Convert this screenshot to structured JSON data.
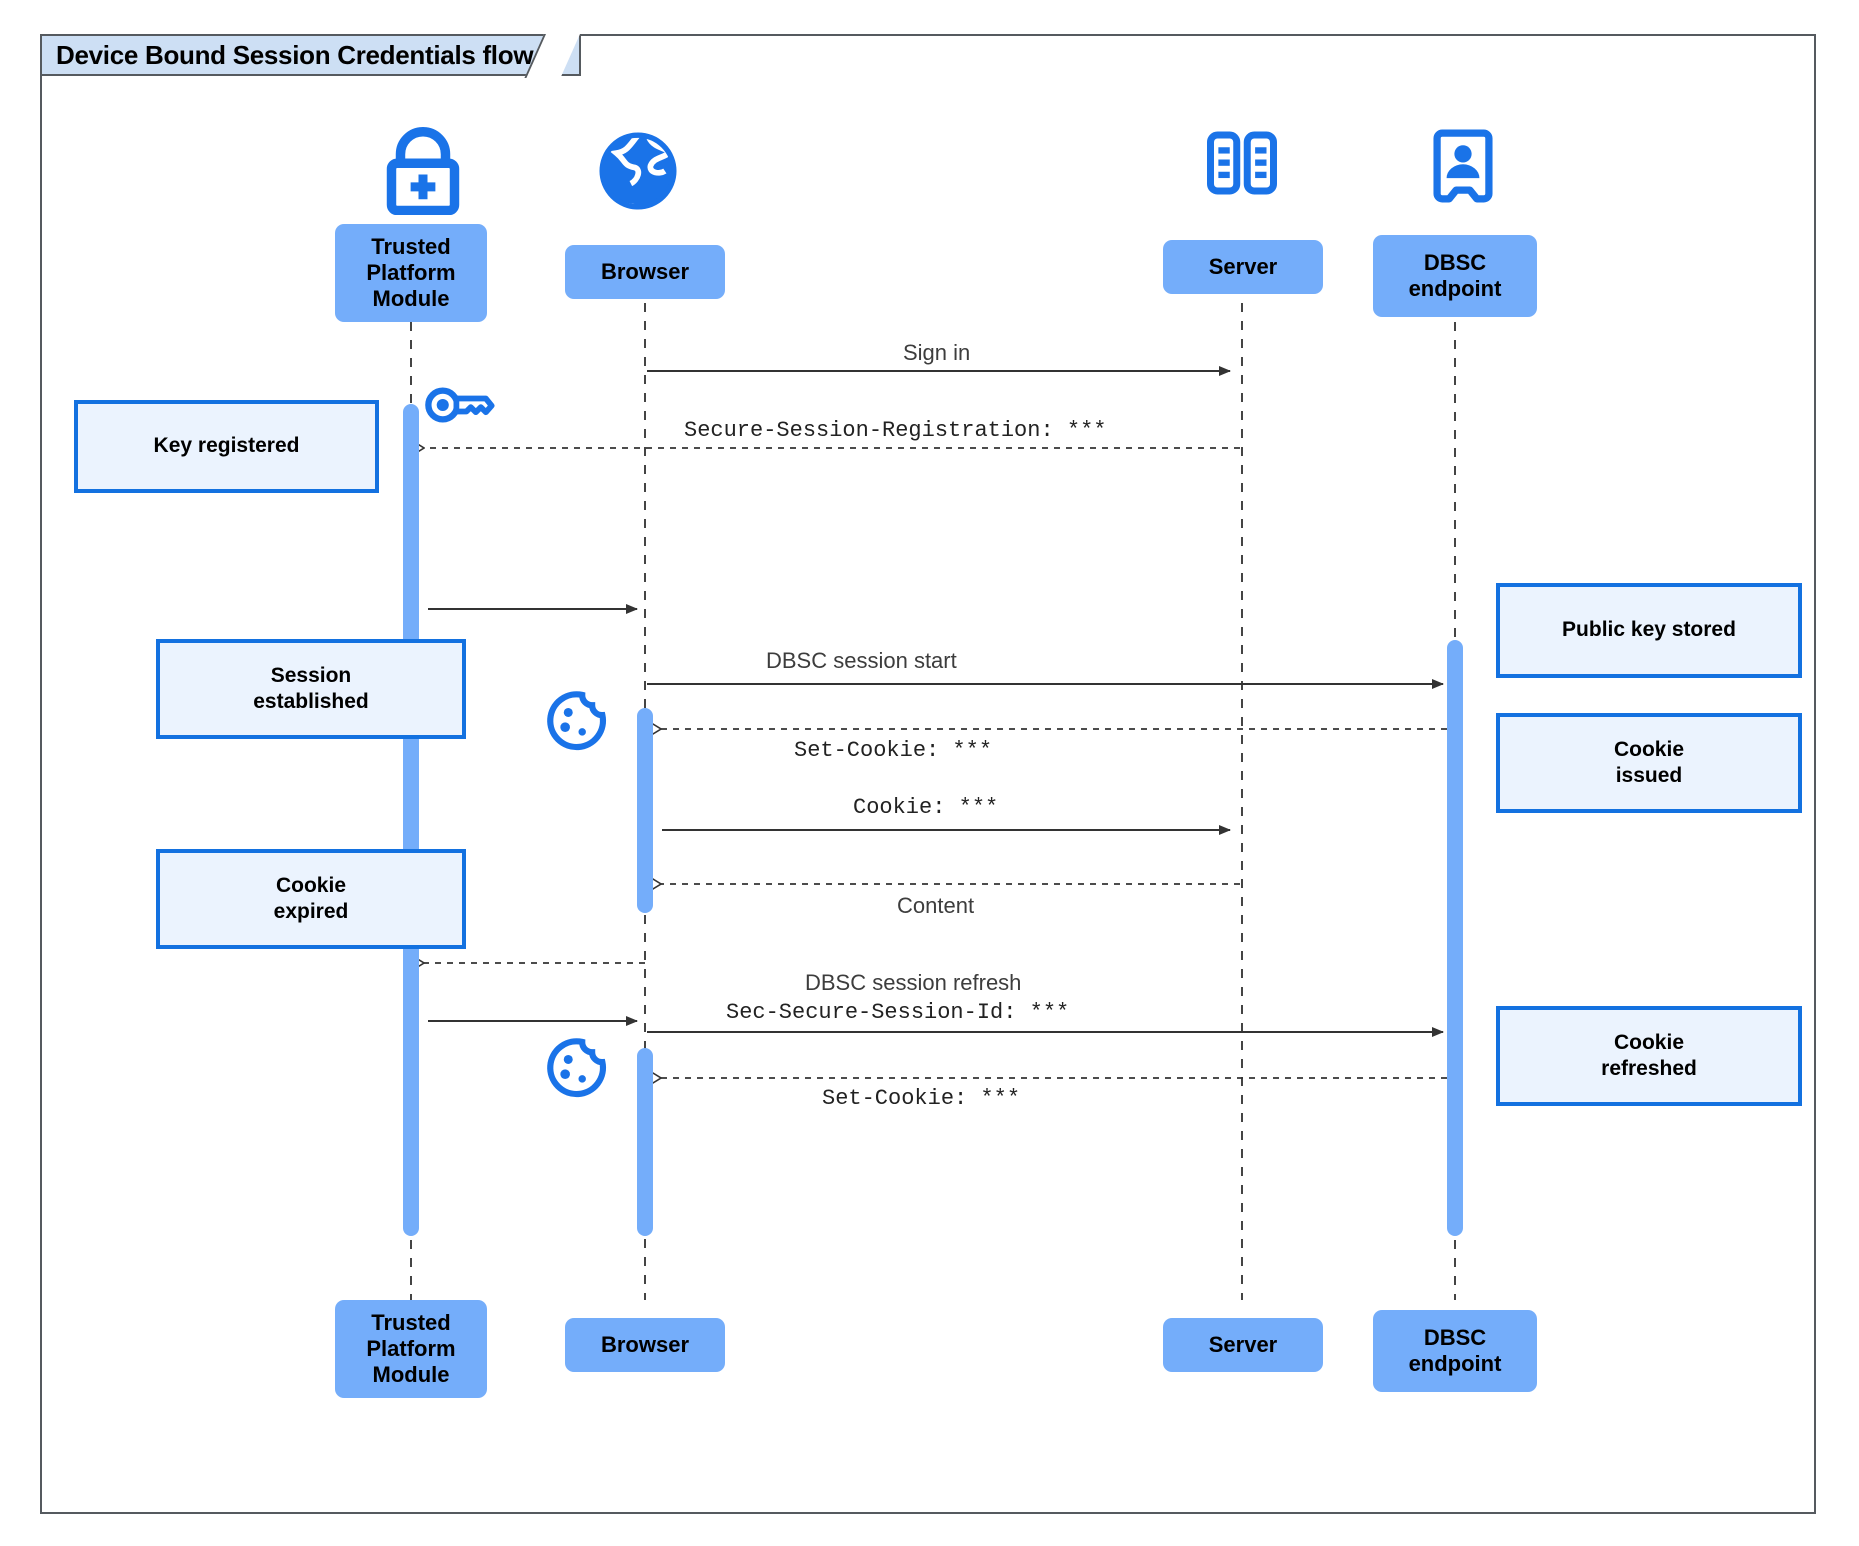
{
  "diagram": {
    "title": "Device Bound Session Credentials flow",
    "type": "sequence-diagram",
    "colors": {
      "participant_fill": "#74adfa",
      "icon_blue": "#1a73e8",
      "note_fill": "#ebf3fe",
      "note_border": "#1371e0",
      "frame_border": "#555a5f",
      "title_fill": "#cddff4",
      "line": "#333333"
    }
  },
  "participants": [
    {
      "id": "tpm",
      "label": "Trusted\nPlatform\nModule",
      "label_lines": [
        "Trusted",
        "Platform",
        "Module"
      ],
      "icon": "lock-plus-icon"
    },
    {
      "id": "browser",
      "label": "Browser",
      "label_lines": [
        "Browser"
      ],
      "icon": "globe-icon"
    },
    {
      "id": "server",
      "label": "Server",
      "label_lines": [
        "Server"
      ],
      "icon": "server-racks-icon"
    },
    {
      "id": "dbsc",
      "label": "DBSC\nendpoint",
      "label_lines": [
        "DBSC",
        "endpoint"
      ],
      "icon": "id-badge-icon"
    }
  ],
  "messages": [
    {
      "id": "m1",
      "from": "browser",
      "to": "server",
      "label": "Sign in",
      "style": "solid",
      "font": "sans"
    },
    {
      "id": "m2",
      "from": "server",
      "to": "tpm",
      "label": "Secure-Session-Registration: ***",
      "style": "dashed",
      "font": "mono"
    },
    {
      "id": "m3",
      "from": "tpm",
      "to": "browser",
      "label": "",
      "style": "solid",
      "font": "sans"
    },
    {
      "id": "m4",
      "from": "browser",
      "to": "dbsc",
      "label": "DBSC session start",
      "style": "solid",
      "font": "sans"
    },
    {
      "id": "m5",
      "from": "dbsc",
      "to": "browser",
      "label": "Set-Cookie: ***",
      "style": "dashed",
      "font": "mono"
    },
    {
      "id": "m6",
      "from": "browser",
      "to": "server",
      "label": "Cookie: ***",
      "style": "solid",
      "font": "mono"
    },
    {
      "id": "m7",
      "from": "server",
      "to": "browser",
      "label": "Content",
      "style": "dashed",
      "font": "sans"
    },
    {
      "id": "m8",
      "from": "browser",
      "to": "tpm",
      "label": "",
      "style": "dashed",
      "font": "sans"
    },
    {
      "id": "m9",
      "from": "tpm",
      "to": "browser",
      "label": "",
      "style": "solid",
      "font": "sans"
    },
    {
      "id": "m10",
      "from": "browser",
      "to": "dbsc",
      "label": "DBSC session refresh",
      "label2": "Sec-Secure-Session-Id: ***",
      "style": "solid",
      "font": "sans"
    },
    {
      "id": "m11",
      "from": "dbsc",
      "to": "browser",
      "label": "Set-Cookie: ***",
      "style": "dashed",
      "font": "mono"
    }
  ],
  "notes": [
    {
      "id": "n1",
      "side": "left",
      "lines": [
        "Key registered"
      ],
      "text": "Key registered"
    },
    {
      "id": "n2",
      "side": "left",
      "lines": [
        "Session",
        "established"
      ],
      "text": "Session established"
    },
    {
      "id": "n3",
      "side": "left",
      "lines": [
        "Cookie",
        "expired"
      ],
      "text": "Cookie expired"
    },
    {
      "id": "n4",
      "side": "right",
      "lines": [
        "Public key stored"
      ],
      "text": "Public key stored"
    },
    {
      "id": "n5",
      "side": "right",
      "lines": [
        "Cookie",
        "issued"
      ],
      "text": "Cookie issued"
    },
    {
      "id": "n6",
      "side": "right",
      "lines": [
        "Cookie",
        "refreshed"
      ],
      "text": "Cookie refreshed"
    }
  ],
  "decor_icons": [
    {
      "id": "d1",
      "name": "key-icon",
      "near": "tpm"
    },
    {
      "id": "d2",
      "name": "cookie-icon",
      "near": "browser"
    },
    {
      "id": "d3",
      "name": "cookie-icon",
      "near": "browser"
    }
  ],
  "labels": {
    "m1": "Sign in",
    "m2": "Secure-Session-Registration: ***",
    "m4": "DBSC session start",
    "m5": "Set-Cookie: ***",
    "m6": "Cookie: ***",
    "m7": "Content",
    "m10a": "DBSC session refresh",
    "m10b": "Sec-Secure-Session-Id: ***",
    "m11": "Set-Cookie: ***"
  }
}
